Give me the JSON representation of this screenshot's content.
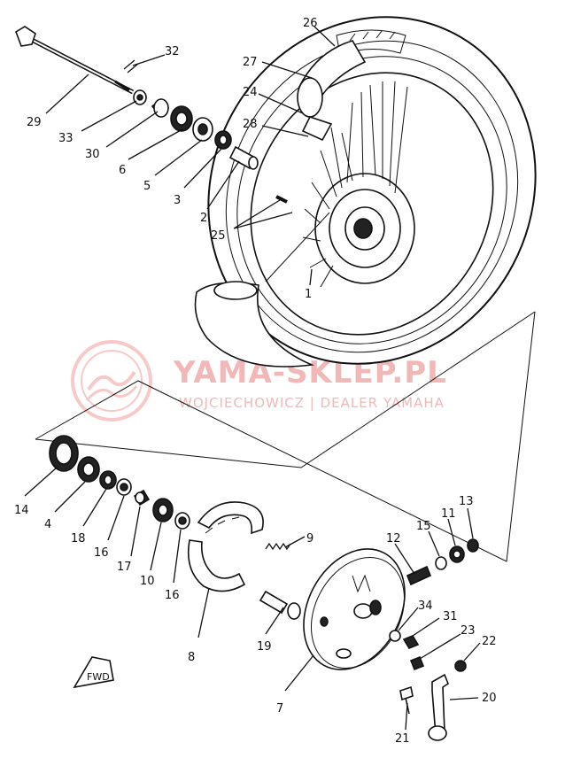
{
  "watermark": {
    "title": "YAMA-SKLEP.PL",
    "subtitle": "WOJCIECHOWICZ | DEALER YAMAHA"
  },
  "fwd_label": "FWD",
  "callouts": [
    {
      "id": "26",
      "text": "26"
    },
    {
      "id": "27",
      "text": "27"
    },
    {
      "id": "24",
      "text": "24"
    },
    {
      "id": "28",
      "text": "28"
    },
    {
      "id": "32",
      "text": "32"
    },
    {
      "id": "29",
      "text": "29"
    },
    {
      "id": "33",
      "text": "33"
    },
    {
      "id": "30",
      "text": "30"
    },
    {
      "id": "6",
      "text": "6"
    },
    {
      "id": "5",
      "text": "5"
    },
    {
      "id": "3",
      "text": "3"
    },
    {
      "id": "2",
      "text": "2"
    },
    {
      "id": "25",
      "text": "25"
    },
    {
      "id": "1",
      "text": "1"
    },
    {
      "id": "14",
      "text": "14"
    },
    {
      "id": "4",
      "text": "4"
    },
    {
      "id": "18",
      "text": "18"
    },
    {
      "id": "16a",
      "text": "16"
    },
    {
      "id": "17",
      "text": "17"
    },
    {
      "id": "10",
      "text": "10"
    },
    {
      "id": "16b",
      "text": "16"
    },
    {
      "id": "8",
      "text": "8"
    },
    {
      "id": "9",
      "text": "9"
    },
    {
      "id": "19",
      "text": "19"
    },
    {
      "id": "7",
      "text": "7"
    },
    {
      "id": "12",
      "text": "12"
    },
    {
      "id": "15",
      "text": "15"
    },
    {
      "id": "11",
      "text": "11"
    },
    {
      "id": "13",
      "text": "13"
    },
    {
      "id": "34",
      "text": "34"
    },
    {
      "id": "31",
      "text": "31"
    },
    {
      "id": "23",
      "text": "23"
    },
    {
      "id": "22",
      "text": "22"
    },
    {
      "id": "20",
      "text": "20"
    },
    {
      "id": "21",
      "text": "21"
    }
  ]
}
